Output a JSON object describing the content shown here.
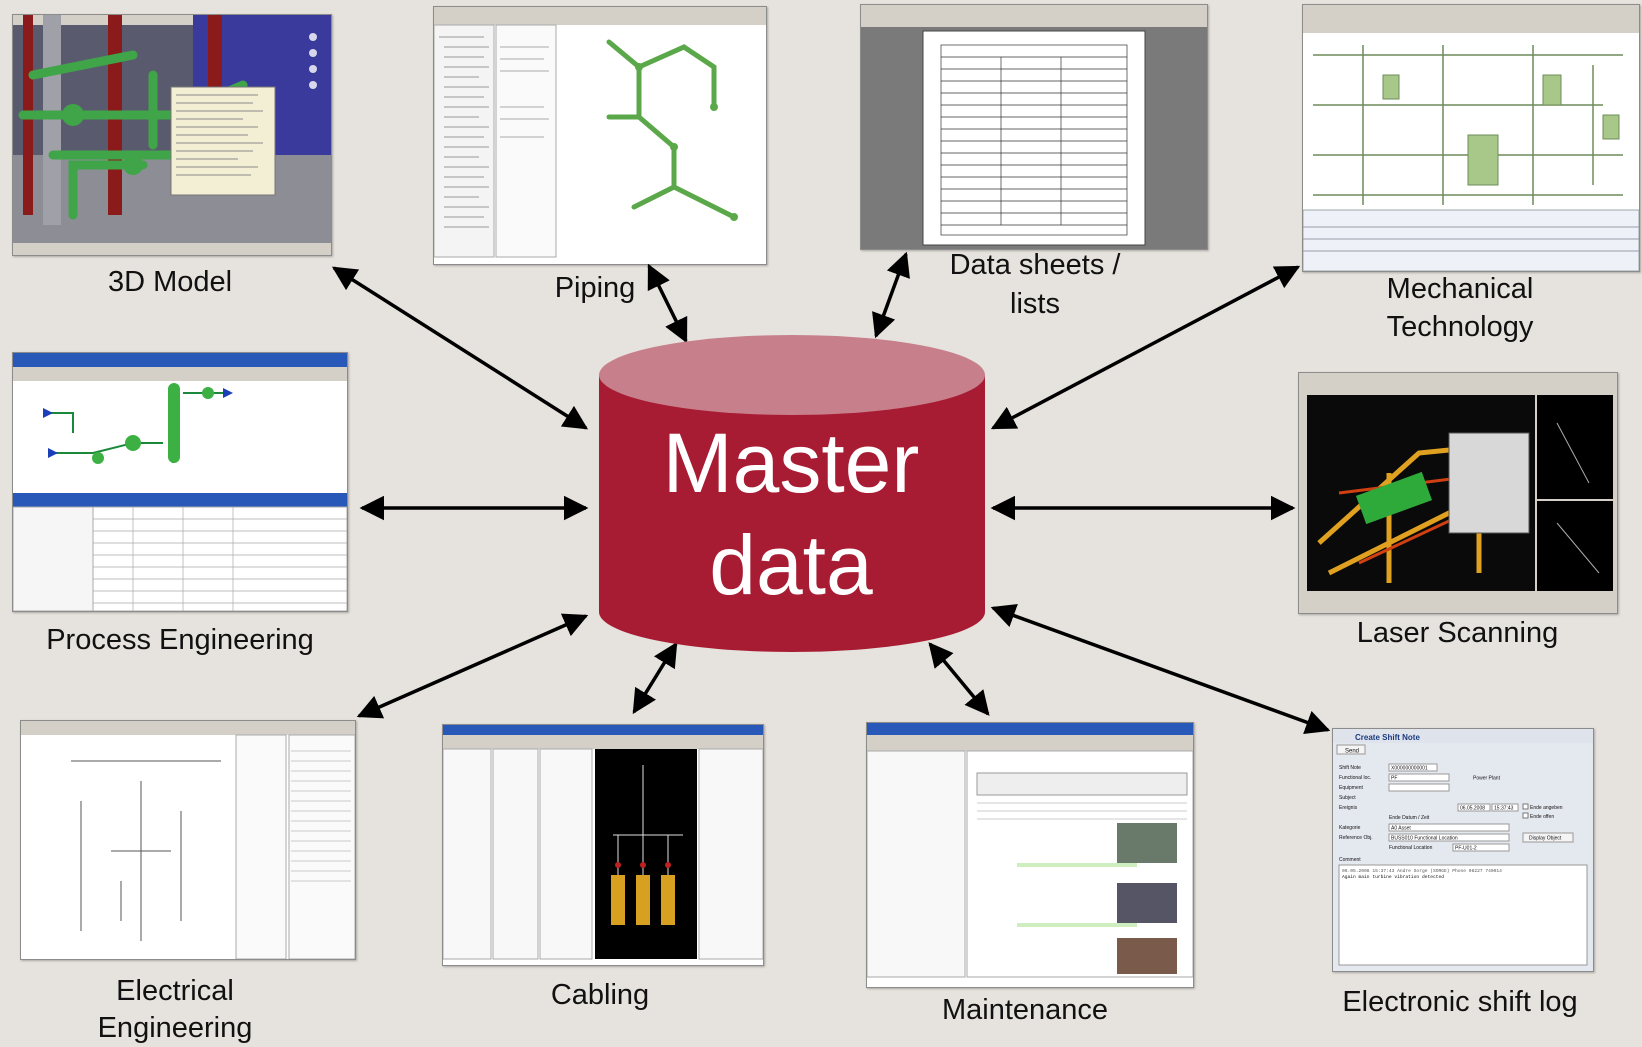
{
  "center": {
    "line1": "Master",
    "line2": "data"
  },
  "nodes": {
    "model3d": "3D Model",
    "piping": "Piping",
    "datasheets_1": "Data sheets /",
    "datasheets_2": "lists",
    "mech_1": "Mechanical",
    "mech_2": "Technology",
    "process": "Process Engineering",
    "laser": "Laser Scanning",
    "elec_1": "Electrical",
    "elec_2": "Engineering",
    "cabling": "Cabling",
    "maintenance": "Maintenance",
    "shiftlog": "Electronic shift log"
  },
  "shift_note": {
    "title": "Create Shift Note",
    "send": "Send",
    "fields": [
      "Shift Note",
      "Functional loc.",
      "Equipment",
      "Subject",
      "Ereignis",
      "Kategorie",
      "Reference Obj."
    ],
    "value_shift_note": "X000000000001",
    "value_funcloc_code": "PF",
    "value_funcloc_name": "Power Plant",
    "value_date": "06.05.2008",
    "value_time": "15:37:43",
    "ende_label": "Ende Datum / Zeit",
    "value_kategorie": "A0 Asset",
    "value_ref": "BUSS010 Functional Location",
    "funcloc_sub_label": "Functional Location",
    "funcloc_sub_value": "PF-U01-2",
    "check1": "Ende angeben",
    "check2": "Ende offen",
    "display_object": "Display Object",
    "comment_label": "Comment",
    "comment_line1": "06.05.2008 15:37:43 Andre Sorge (SORGE) Phone 08227 740014",
    "comment_line2": "Again main turbine vibration detected"
  },
  "colors": {
    "cylinder_body": "#a71c33",
    "cylinder_top": "#c87f8c",
    "arrow": "#000000",
    "background": "#e6e2dd"
  }
}
